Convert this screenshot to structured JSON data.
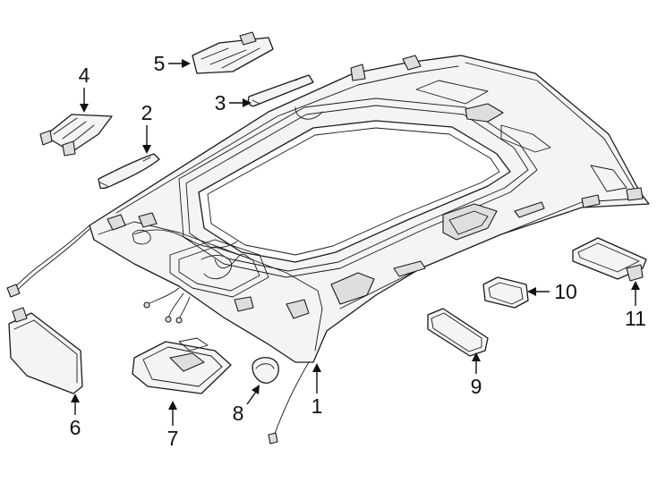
{
  "callouts": [
    {
      "id": "c1",
      "label": "1"
    },
    {
      "id": "c2",
      "label": "2"
    },
    {
      "id": "c3",
      "label": "3"
    },
    {
      "id": "c4",
      "label": "4"
    },
    {
      "id": "c5",
      "label": "5"
    },
    {
      "id": "c6",
      "label": "6"
    },
    {
      "id": "c7",
      "label": "7"
    },
    {
      "id": "c8",
      "label": "8"
    },
    {
      "id": "c9",
      "label": "9"
    },
    {
      "id": "c10",
      "label": "10"
    },
    {
      "id": "c11",
      "label": "11"
    }
  ]
}
